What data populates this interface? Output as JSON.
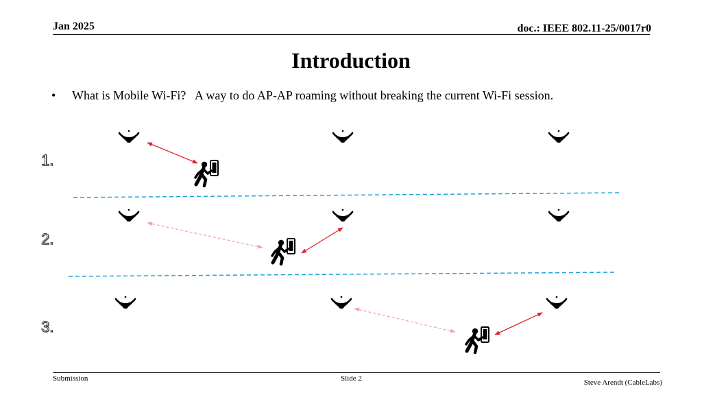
{
  "header": {
    "date": "Jan 2025",
    "doc_id": "doc.: IEEE 802.11-25/0017r0"
  },
  "title": "Introduction",
  "bullet": {
    "marker": "•",
    "text": "What is Mobile Wi-Fi?   A way to do AP-AP roaming without breaking the current Wi-Fi session."
  },
  "scenarios": [
    {
      "label": "1.",
      "active_ap": 1,
      "previous_ap": null
    },
    {
      "label": "2.",
      "active_ap": 2,
      "previous_ap": 1
    },
    {
      "label": "3.",
      "active_ap": 3,
      "previous_ap": 2
    }
  ],
  "icons": {
    "access_point": "wifi-signal-icon",
    "user": "walking-person-with-phone-icon"
  },
  "colors": {
    "active_link": "#d9262c",
    "previous_link": "#f0a8ad",
    "divider": "#1aa3d9"
  },
  "footer": {
    "left": "Submission",
    "center": "Slide 2",
    "right": "Steve Arendt (CableLabs)"
  }
}
